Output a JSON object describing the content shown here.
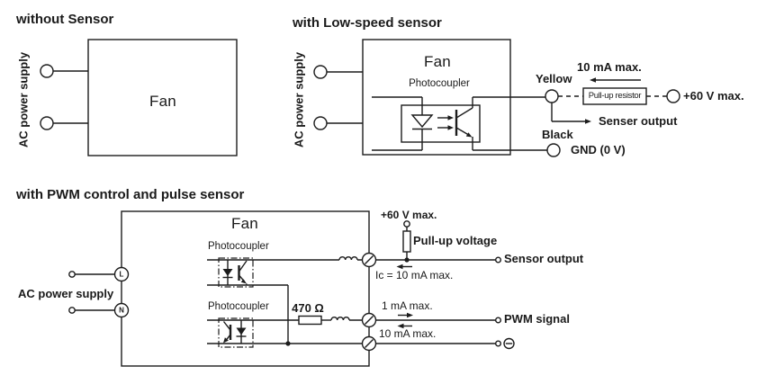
{
  "colors": {
    "ink": "#1c1c1c",
    "background": "#ffffff"
  },
  "sections": {
    "without_sensor": {
      "title": "without Sensor",
      "power_label": "AC power supply",
      "fan_label": "Fan"
    },
    "low_speed_sensor": {
      "title": "with Low-speed sensor",
      "power_label": "AC power supply",
      "fan_label": "Fan",
      "photocoupler_label": "Photocoupler",
      "lead_yellow": "Yellow",
      "lead_black": "Black",
      "max_current": "10 mA max.",
      "pullup_resistor": "Pull-up resistor",
      "max_voltage": "+60 V max.",
      "sensor_output": "Senser output",
      "gnd": "GND (0 V)"
    },
    "pwm_pulse": {
      "title": "with PWM control and pulse sensor",
      "power_label": "AC power supply",
      "fan_label": "Fan",
      "photocoupler_label": "Photocoupler",
      "terminal_l": "L",
      "terminal_n": "N",
      "max_voltage": "+60 V max.",
      "pullup_voltage": "Pull-up voltage",
      "sensor_output": "Sensor output",
      "collector_current": "Ic = 10 mA max.",
      "resistor_value": "470 Ω",
      "pwm_in_current": "1 mA max.",
      "pwm_signal": "PWM signal",
      "pwm_sink_current": "10 mA max."
    }
  }
}
